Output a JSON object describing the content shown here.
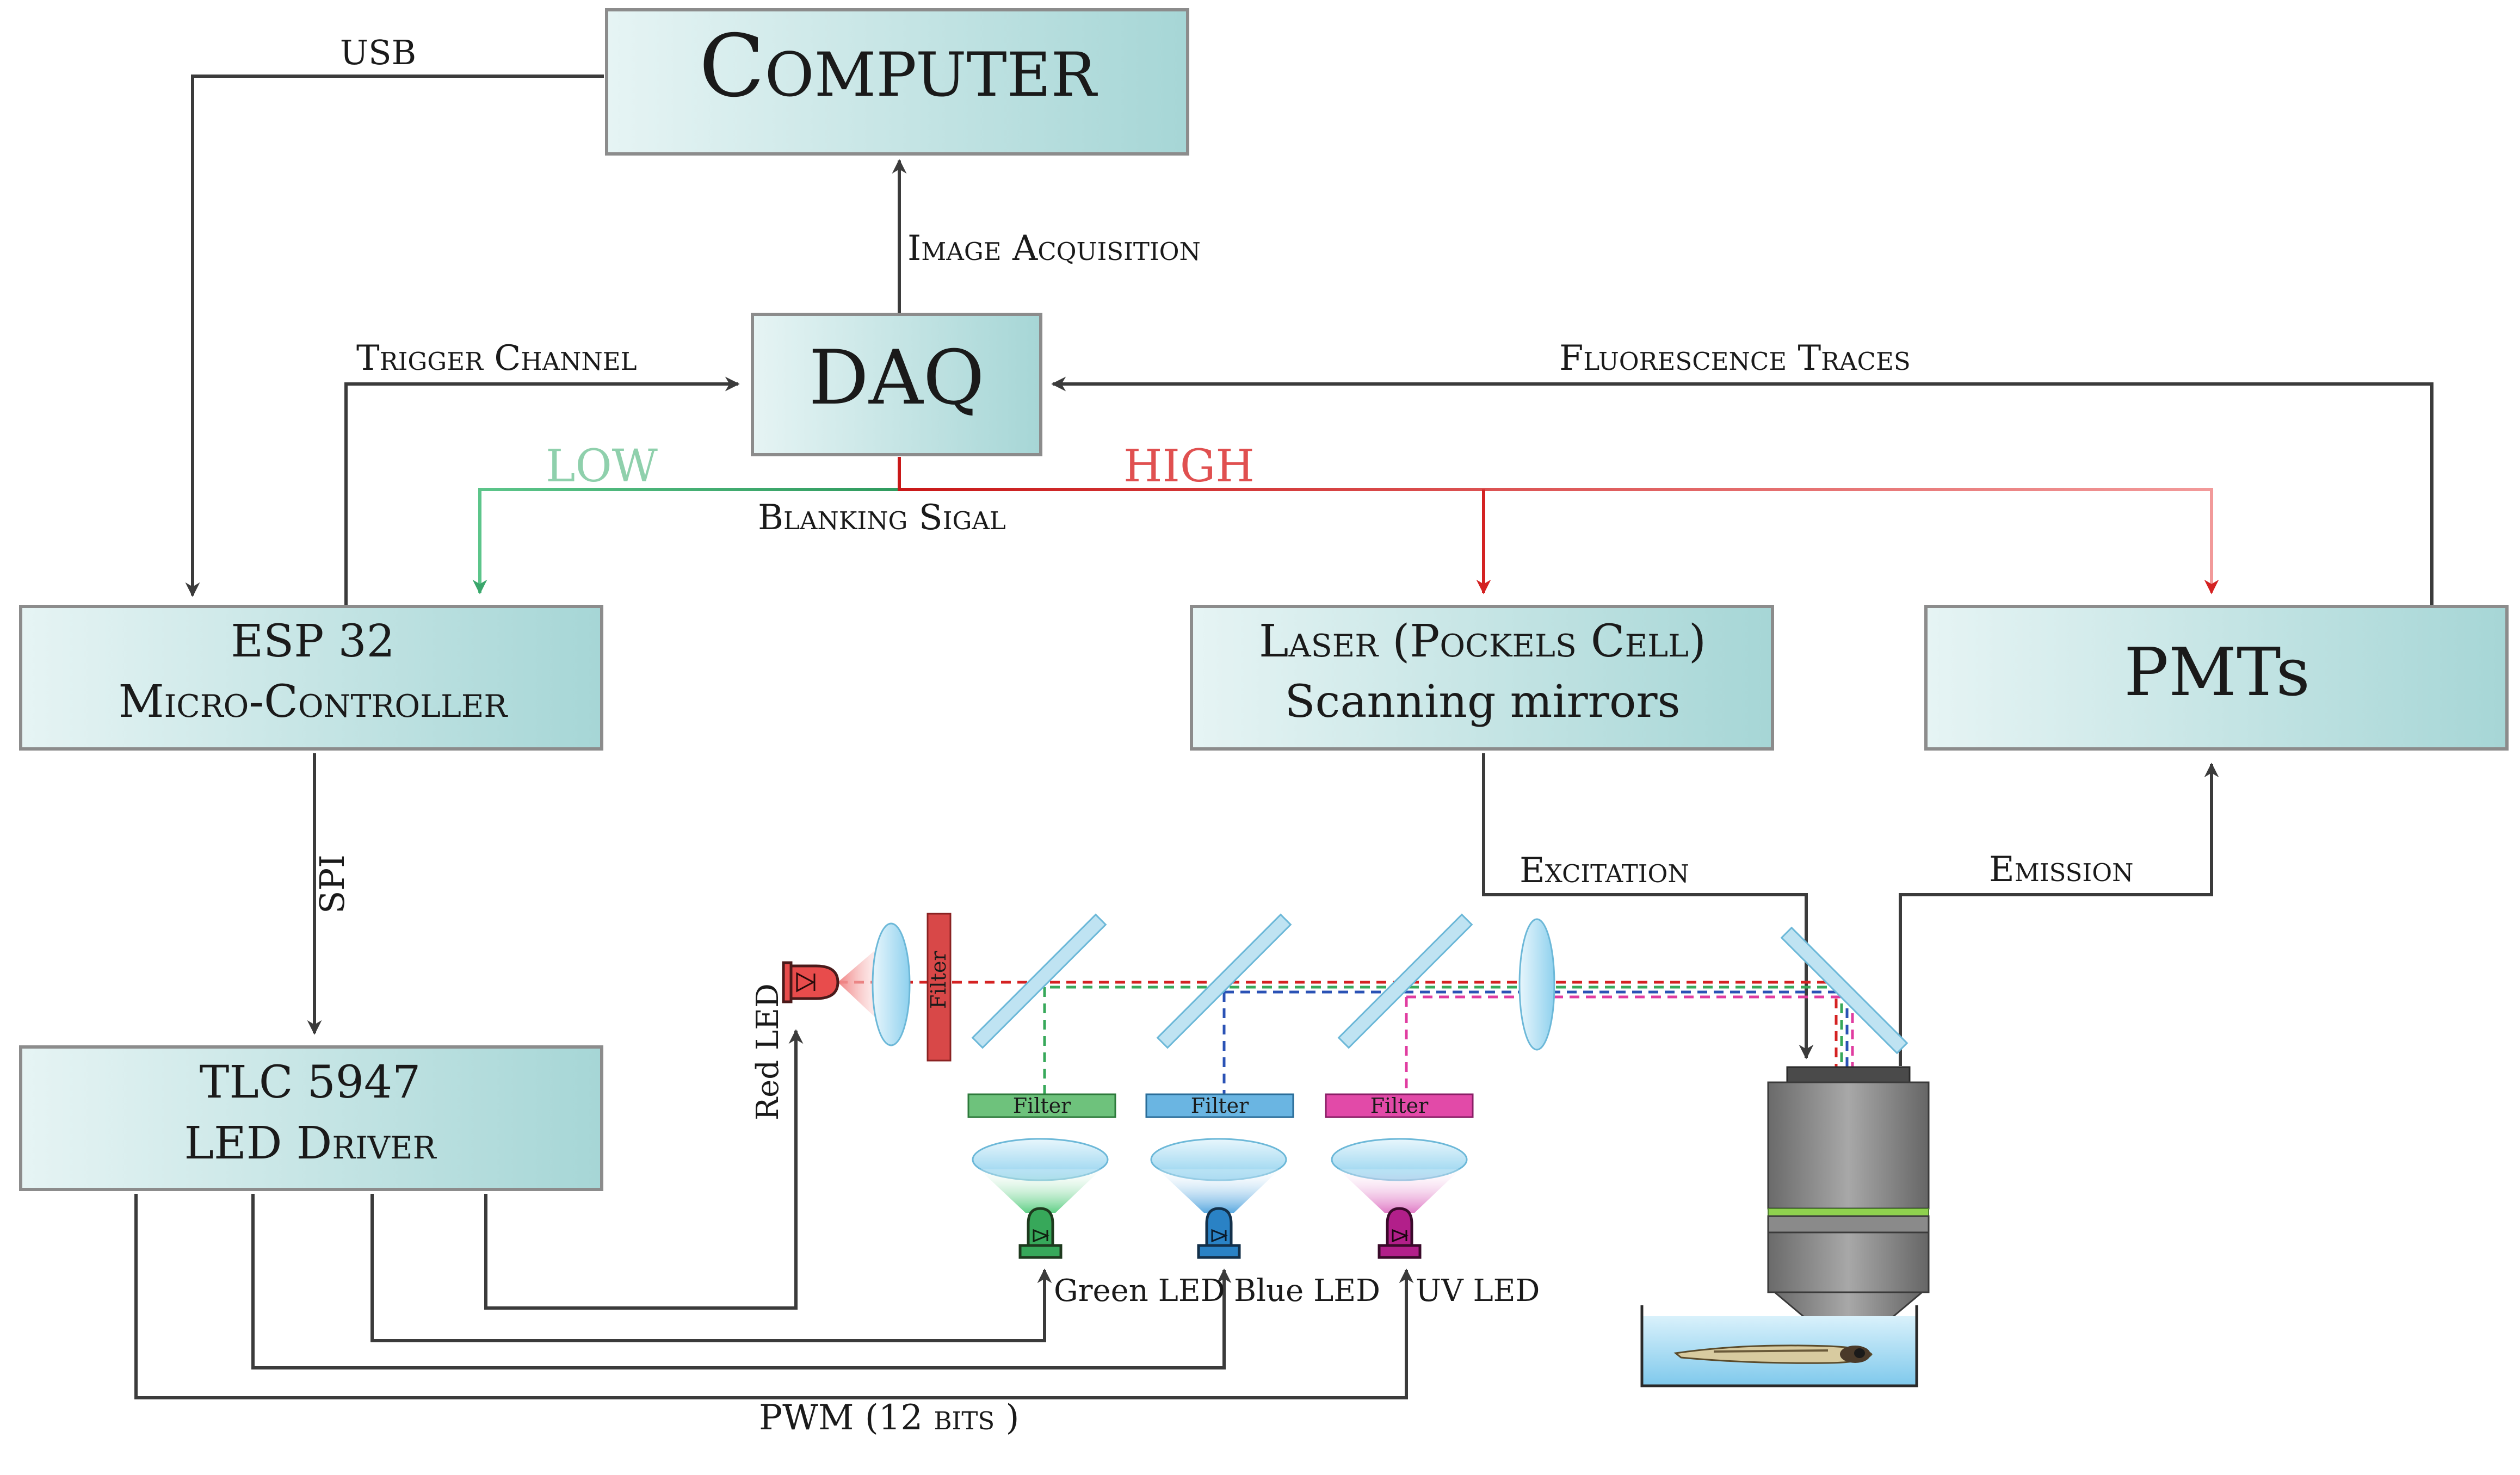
{
  "blocks": {
    "computer": "Computer",
    "daq": "DAQ",
    "esp_line1": "ESP 32",
    "esp_line2": "Micro-Controller",
    "laser_line1": "Laser (Pockels Cell)",
    "laser_line2": "Scanning mirrors",
    "pmts": "PMTs",
    "tlc_line1": "TLC 5947",
    "tlc_line2": "LED Driver"
  },
  "signals": {
    "usb": "USB",
    "image_acquisition": "Image Acquisition",
    "trigger_channel": "Trigger Channel",
    "fluorescence_traces": "Fluorescence Traces",
    "low": "LOW",
    "high": "HIGH",
    "blanking": "Blanking Sigal",
    "spi": "SPI",
    "excitation": "Excitation",
    "emission": "Emission",
    "pwm": "PWM (12 bits )"
  },
  "optics": {
    "red_led": "Red LED",
    "green_led": "Green LED",
    "blue_led": "Blue LED",
    "uv_led": "UV LED",
    "filter": "Filter"
  },
  "colors": {
    "box_fill_left": "#e6f4f4",
    "box_fill_right": "#a6d6d6",
    "line": "#3b3b3b",
    "low_green": "#3aa66b",
    "high_red": "#d42222",
    "red_led": "#e84c4c",
    "green_led": "#37a85a",
    "blue_led": "#2a82c5",
    "uv_led": "#b21f8a",
    "mirror": "#bfe3f2"
  }
}
